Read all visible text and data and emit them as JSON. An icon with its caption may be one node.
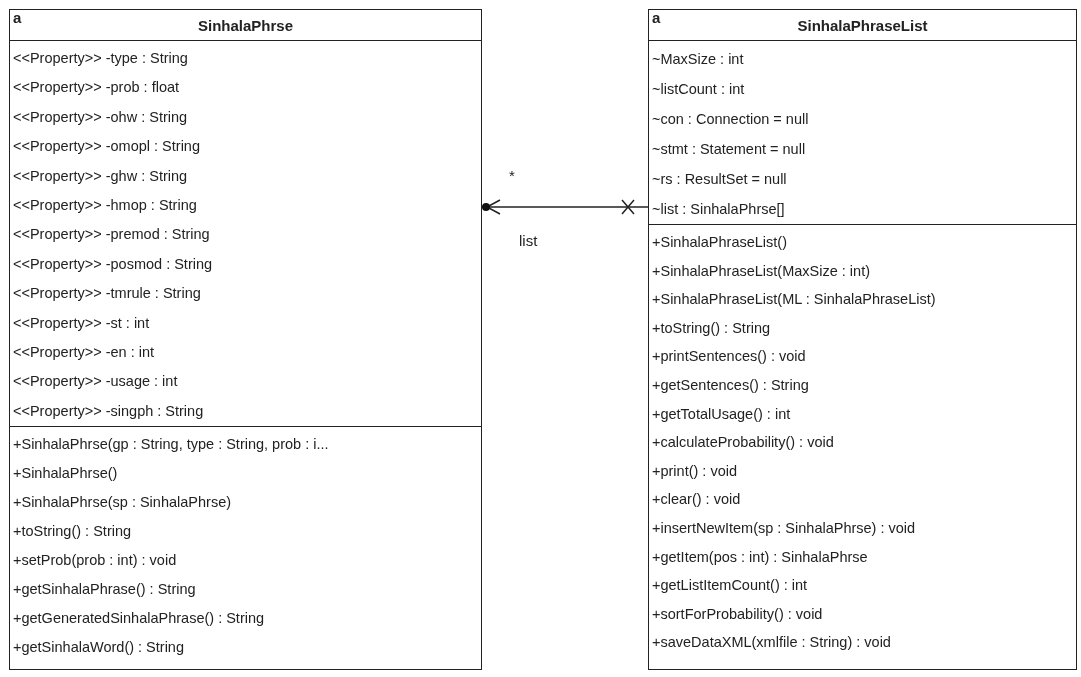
{
  "diagram": {
    "nodes": [
      {
        "text": [
          "a",
          "SinhalaPhrse"
        ]
      },
      {
        "text": [
          "<<Property>> -type : String",
          "<<Property>> -prob : float",
          "<<Property>> -ohw : String",
          "<<Property>> -omopl : String",
          "<<Property>> -ghw : String",
          "<<Property>> -hmop : String",
          "<<Property>> -premod : String",
          "<<Property>> -posmod : String",
          "<<Property>> -tmrule : String",
          "<<Property>> -st : int",
          "<<Property>> -en : int",
          "<<Property>> -usage : int",
          "<<Property>> -singph : String"
        ],
        "in": 0
      },
      {
        "text": [
          "+SinhalaPhrse(gp : String, type : String, prob : i...",
          "+SinhalaPhrse()",
          "+SinhalaPhrse(sp : SinhalaPhrse)",
          "+toString() : String",
          "+setProb(prob : int) : void",
          "+getSinhalaPhrase() : String",
          "+getGeneratedSinhalaPhrase() : String",
          "+getSinhalaWord() : String"
        ],
        "in": 0
      },
      {
        "text": [
          "a",
          "SinhalaPhraseList"
        ]
      },
      {
        "text": [
          "~MaxSize : int",
          "~listCount : int",
          "~con : Connection = null",
          "~stmt : Statement = null",
          "~rs : ResultSet = null",
          "~list : SinhalaPhrse[]"
        ],
        "in": 3
      },
      {
        "text": [
          "+SinhalaPhraseList()",
          "+SinhalaPhraseList(MaxSize : int)",
          "+SinhalaPhraseList(ML : SinhalaPhraseList)",
          "+toString() : String",
          "+printSentences() : void",
          "+getSentences() : String",
          "+getTotalUsage() : int",
          "+calculateProbability() : void",
          "+print() : void",
          "+clear() : void",
          "+insertNewItem(sp : SinhalaPhrse) : void",
          "+getItem(pos : int) : SinhalaPhrse",
          "+getListItemCount() : int",
          "+sortForProbability() : void",
          "+saveDataXML(xmlfile : String) : void"
        ],
        "in": 3
      }
    ],
    "edges": [
      {
        "from": 3,
        "to": 0,
        "arrow": "to",
        "label": "list"
      }
    ],
    "labels": [
      "*"
    ]
  }
}
